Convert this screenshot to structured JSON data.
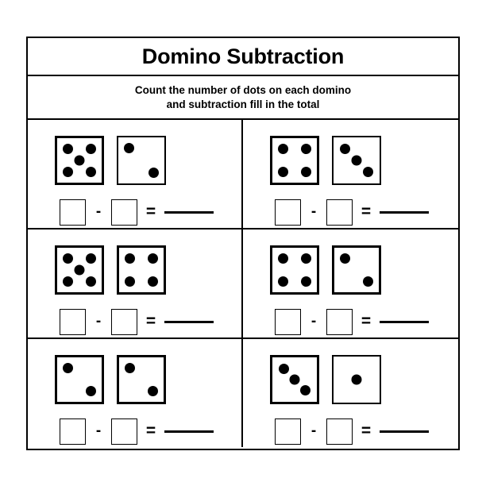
{
  "worksheet": {
    "title": "Domino Subtraction",
    "subtitle_line1": "Count the number of dots on each domino",
    "subtitle_line2": "and subtraction fill in the total",
    "operator_minus": "-",
    "operator_equals": "=",
    "answer_box_value": "",
    "total_blank_value": "",
    "colors": {
      "ink": "#000000",
      "page_background": "#ffffff",
      "pip": "#000000"
    },
    "problems": [
      {
        "index": 1,
        "left_die": {
          "dots": 5,
          "pattern": "five",
          "pip_positions": [
            "top-left",
            "top-right",
            "center",
            "bottom-left",
            "bottom-right"
          ]
        },
        "right_die": {
          "dots": 2,
          "pattern": "two-diagonal",
          "pip_positions": [
            "top-left",
            "bottom-right"
          ]
        },
        "equation": "5 - 2 ="
      },
      {
        "index": 2,
        "left_die": {
          "dots": 4,
          "pattern": "four-corners",
          "pip_positions": [
            "top-left",
            "top-right",
            "bottom-left",
            "bottom-right"
          ]
        },
        "right_die": {
          "dots": 3,
          "pattern": "three-diagonal",
          "pip_positions": [
            "top-left",
            "center",
            "bottom-right"
          ]
        },
        "equation": "4 - 3 ="
      },
      {
        "index": 3,
        "left_die": {
          "dots": 5,
          "pattern": "five",
          "pip_positions": [
            "top-left",
            "top-right",
            "center",
            "bottom-left",
            "bottom-right"
          ]
        },
        "right_die": {
          "dots": 4,
          "pattern": "four-corners",
          "pip_positions": [
            "top-left",
            "top-right",
            "bottom-left",
            "bottom-right"
          ]
        },
        "equation": "5 - 4 ="
      },
      {
        "index": 4,
        "left_die": {
          "dots": 4,
          "pattern": "four-corners",
          "pip_positions": [
            "top-left",
            "top-right",
            "bottom-left",
            "bottom-right"
          ]
        },
        "right_die": {
          "dots": 2,
          "pattern": "two-diagonal",
          "pip_positions": [
            "top-left",
            "bottom-right"
          ]
        },
        "equation": "4 - 2 ="
      },
      {
        "index": 5,
        "left_die": {
          "dots": 2,
          "pattern": "two-diagonal",
          "pip_positions": [
            "top-left",
            "bottom-right"
          ]
        },
        "right_die": {
          "dots": 2,
          "pattern": "two-diagonal",
          "pip_positions": [
            "top-left",
            "bottom-right"
          ]
        },
        "equation": "2 - 2 ="
      },
      {
        "index": 6,
        "left_die": {
          "dots": 3,
          "pattern": "three-diagonal",
          "pip_positions": [
            "top-left",
            "center",
            "bottom-right"
          ]
        },
        "right_die": {
          "dots": 1,
          "pattern": "one-center",
          "pip_positions": [
            "center"
          ]
        },
        "equation": "3 - 1 ="
      }
    ]
  }
}
